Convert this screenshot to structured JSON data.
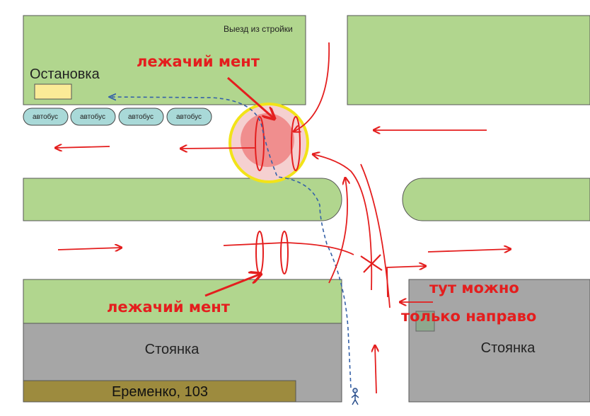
{
  "labels": {
    "construction_exit": "Выезд из стройки",
    "bus_stop": "Остановка",
    "speed_bump_top": "лежачий мент",
    "speed_bump_bottom": "лежачий мент",
    "parking_left": "Стоянка",
    "parking_right": "Стоянка",
    "address": "Еременко, 103",
    "right_turn_line1": "тут можно",
    "right_turn_line2": "только направо"
  },
  "buses": [
    "автобус",
    "автобус",
    "автобус",
    "автобус"
  ],
  "colors": {
    "green_block": "#b1d68e",
    "parking": "#a6a6a6",
    "address_bar": "#9d8b3e",
    "bus": "#a9d9d8",
    "bus_stop_sign": "#fbeb97",
    "hole_outer": "#f5d0d0",
    "hole_inner": "#f08e8e",
    "hole_ring": "#f2e318",
    "arrows": "#e41e1e",
    "pedestrian_path": "#3561a8"
  },
  "icons": {
    "pedestrian": "walking-person-icon"
  }
}
